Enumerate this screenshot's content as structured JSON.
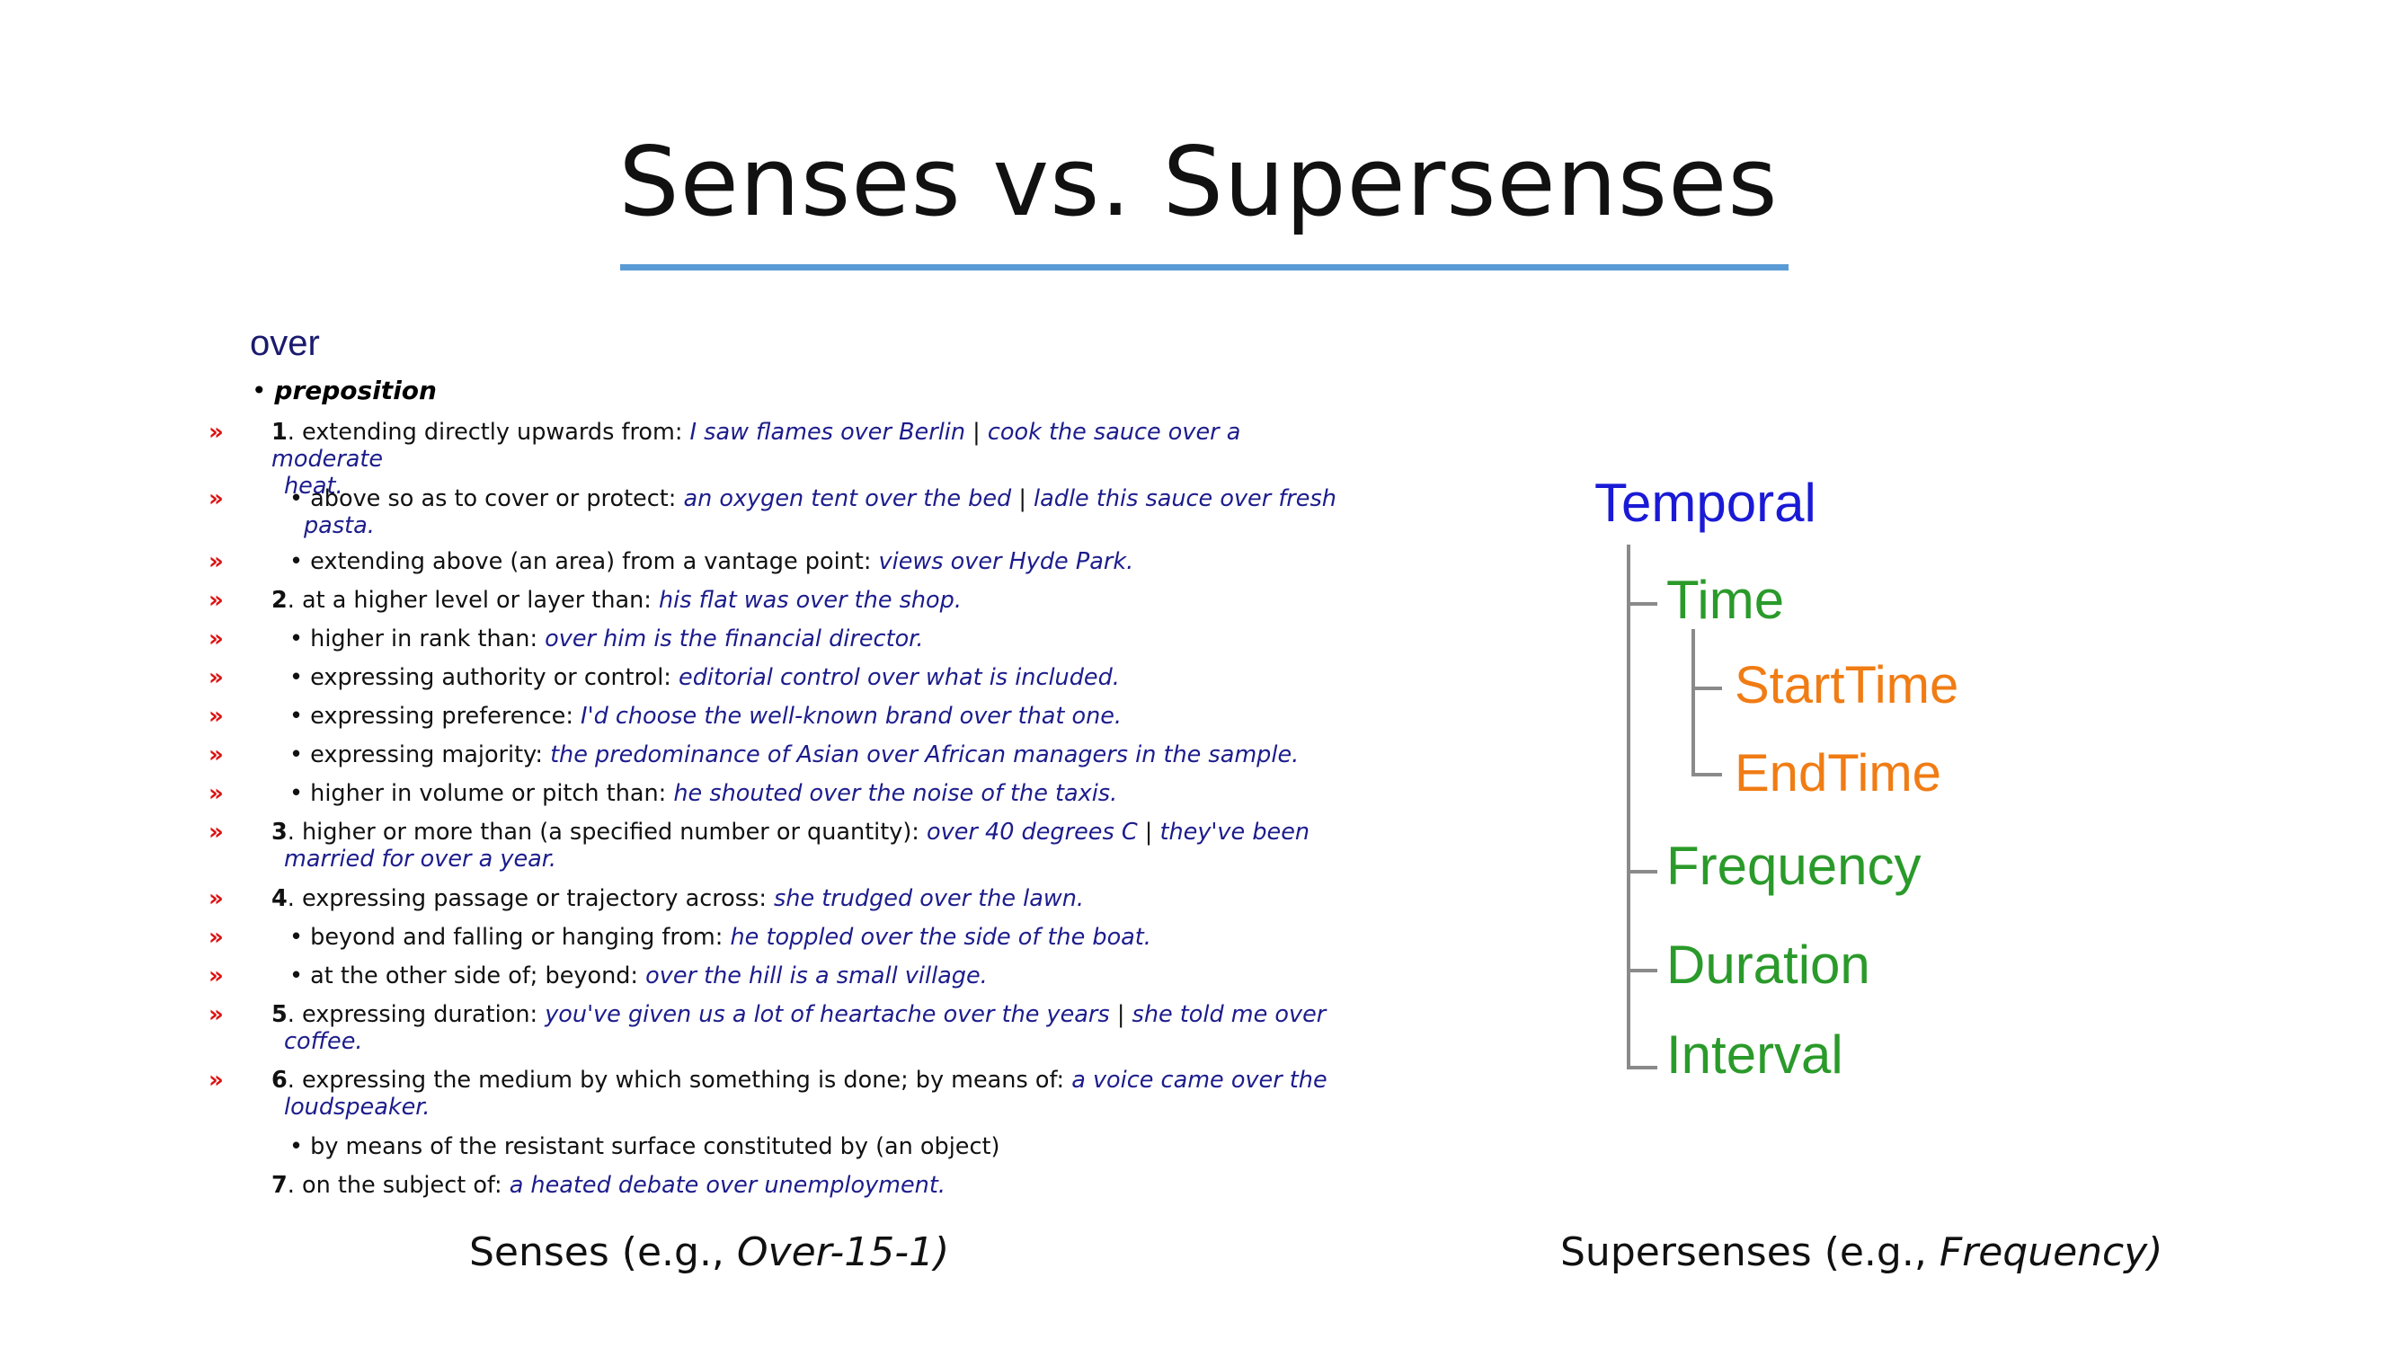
{
  "title": "Senses vs. Supersenses",
  "dictionary": {
    "headword": "over",
    "part_of_speech": "preposition",
    "senses": [
      {
        "level": "main",
        "number": "1",
        "definition": "extending directly upwards from: ",
        "examples": "I saw flames over Berlin",
        "separator": " | ",
        "examples2": "cook the sauce over a moderate",
        "continuation": "heat.",
        "arrow": true
      },
      {
        "level": "sub",
        "definition": "above so as to cover or protect: ",
        "examples": "an oxygen tent over the bed",
        "separator": " | ",
        "examples2": "ladle this sauce over fresh",
        "continuation": "pasta.",
        "arrow": true
      },
      {
        "level": "sub",
        "definition": "extending above (an area) from a vantage point: ",
        "examples": "views over Hyde Park.",
        "arrow": true
      },
      {
        "level": "main",
        "number": "2",
        "definition": "at a higher level or layer than: ",
        "examples": "his flat was over the shop.",
        "arrow": true
      },
      {
        "level": "sub",
        "definition": "higher in rank than: ",
        "examples": "over him is the financial director.",
        "arrow": true
      },
      {
        "level": "sub",
        "definition": "expressing authority or control: ",
        "examples": "editorial control over what is included.",
        "arrow": true
      },
      {
        "level": "sub",
        "definition": "expressing preference: ",
        "examples": "I'd choose the well-known brand over that one.",
        "arrow": true
      },
      {
        "level": "sub",
        "definition": "expressing majority: ",
        "examples": "the predominance of Asian over African managers in the sample.",
        "arrow": true
      },
      {
        "level": "sub",
        "definition": "higher in volume or pitch than: ",
        "examples": "he shouted over the noise of the taxis.",
        "arrow": true
      },
      {
        "level": "main",
        "number": "3",
        "definition": "higher or more than (a specified number or quantity): ",
        "examples": "over 40 degrees C",
        "separator": " | ",
        "examples2": "they've been",
        "continuation": "married for over a year.",
        "arrow": true
      },
      {
        "level": "main",
        "number": "4",
        "definition": "expressing passage or trajectory across: ",
        "examples": "she trudged over the lawn.",
        "arrow": true
      },
      {
        "level": "sub",
        "definition": "beyond and falling or hanging from: ",
        "examples": "he toppled over the side of the boat.",
        "arrow": true
      },
      {
        "level": "sub",
        "definition": "at the other side of; beyond: ",
        "examples": "over the hill is a small village.",
        "arrow": true
      },
      {
        "level": "main",
        "number": "5",
        "definition": "expressing duration: ",
        "examples": "you've given us a lot of heartache over the years",
        "separator": " | ",
        "examples2": "she told me over",
        "continuation": "coffee.",
        "arrow": true
      },
      {
        "level": "main",
        "number": "6",
        "definition": "expressing the medium by which something is done; by means of: ",
        "examples": "a voice came over the",
        "continuation": "loudspeaker.",
        "arrow": true
      },
      {
        "level": "sub",
        "definition": "by means of the resistant surface constituted by (an object)",
        "arrow": false
      },
      {
        "level": "main",
        "number": "7",
        "definition": "on the subject of: ",
        "examples": "a heated debate over unemployment.",
        "arrow": false
      }
    ],
    "arrow_glyph": "»",
    "bullet_glyph": "•"
  },
  "hierarchy": {
    "root": {
      "label": "Temporal",
      "color": "#1a1ad6"
    },
    "children": [
      {
        "label": "Time",
        "color": "#2a9a2a",
        "children": [
          {
            "label": "StartTime",
            "color": "#f07c14"
          },
          {
            "label": "EndTime",
            "color": "#f07c14"
          }
        ]
      },
      {
        "label": "Frequency",
        "color": "#2a9a2a"
      },
      {
        "label": "Duration",
        "color": "#2a9a2a"
      },
      {
        "label": "Interval",
        "color": "#2a9a2a"
      }
    ]
  },
  "captions": {
    "left_prefix": "Senses (e.g., ",
    "left_italic": "Over-15-1)",
    "right_prefix": "Supersenses (e.g., ",
    "right_italic": "Frequency)"
  },
  "colors": {
    "title_rule": "#5b9bd5",
    "arrow": "#dd1111",
    "example_text": "#1c1c8c",
    "headword": "#1a1a6e"
  }
}
